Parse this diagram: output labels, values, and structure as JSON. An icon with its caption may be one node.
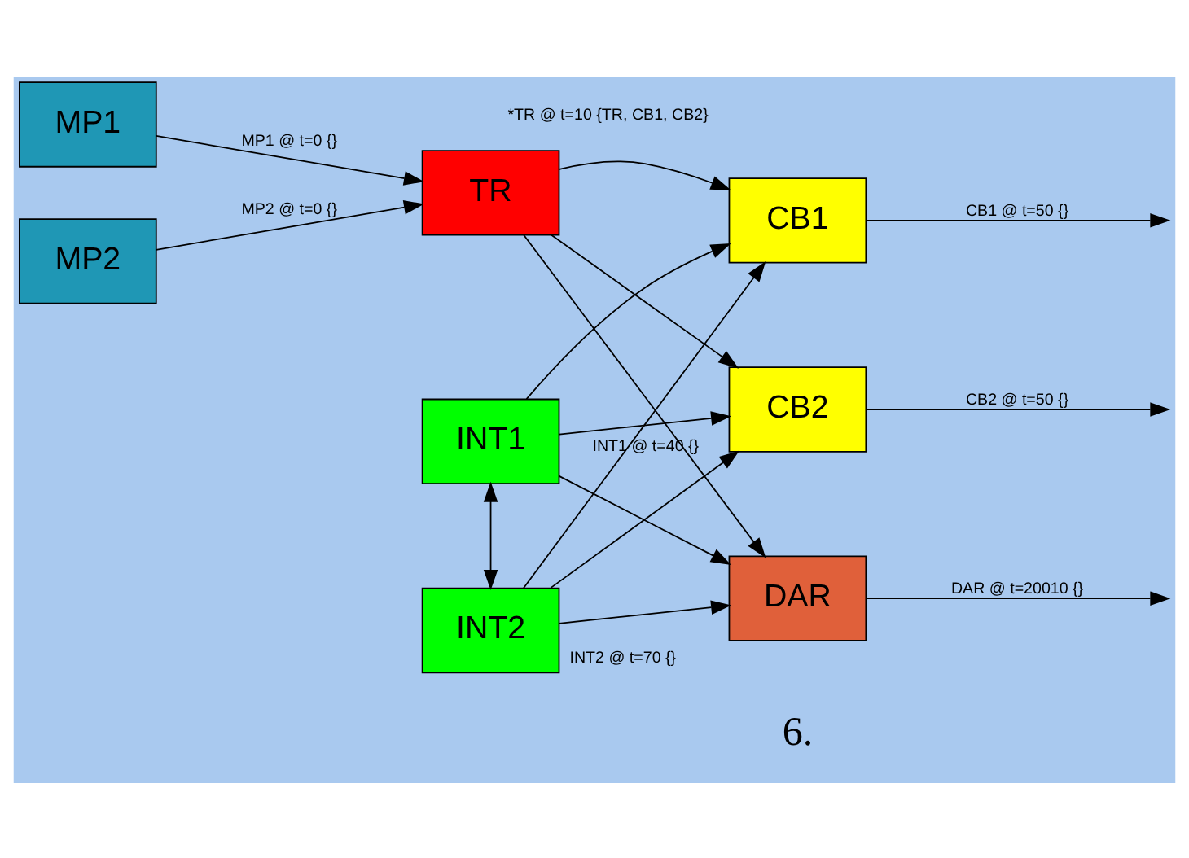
{
  "diagram": {
    "nodes": [
      {
        "text": [
          "MP1"
        ]
      },
      {
        "text": [
          "MP2"
        ]
      },
      {
        "text": [
          "TR"
        ]
      },
      {
        "text": [
          "CB1"
        ]
      },
      {
        "text": [
          "CB2"
        ]
      },
      {
        "text": [
          "INT1"
        ]
      },
      {
        "text": [
          "INT2"
        ]
      },
      {
        "text": [
          "DAR"
        ]
      }
    ],
    "edges": [
      {
        "from": 0,
        "to": 2,
        "arrow": "to",
        "label": "MP1 @ t=0 {}"
      },
      {
        "from": 1,
        "to": 2,
        "arrow": "to",
        "label": "MP2 @ t=0 {}"
      },
      {
        "from": 2,
        "to": 3,
        "arrow": "to",
        "label": "*TR @ t=10 {TR, CB1, CB2}"
      },
      {
        "from": 2,
        "to": 4,
        "arrow": "to"
      },
      {
        "from": 2,
        "to": 7,
        "arrow": "to"
      },
      {
        "from": 5,
        "to": 3,
        "arrow": "to"
      },
      {
        "from": 5,
        "to": 4,
        "arrow": "to",
        "label": "INT1 @ t=40 {}"
      },
      {
        "from": 5,
        "to": 7,
        "arrow": "to"
      },
      {
        "from": 6,
        "to": 3,
        "arrow": "to"
      },
      {
        "from": 6,
        "to": 4,
        "arrow": "to"
      },
      {
        "from": 6,
        "to": 7,
        "arrow": "to",
        "label": "INT2 @ t=70 {}"
      },
      {
        "from": 5,
        "to": 6,
        "arrow": "both"
      },
      {
        "from": 3,
        "to": null,
        "arrow": "to",
        "label": "CB1 @ t=50 {}"
      },
      {
        "from": 4,
        "to": null,
        "arrow": "to",
        "label": "CB2 @ t=50 {}"
      },
      {
        "from": 7,
        "to": null,
        "arrow": "to",
        "label": "DAR @ t=20010 {}"
      }
    ],
    "labels": [
      "6."
    ]
  }
}
